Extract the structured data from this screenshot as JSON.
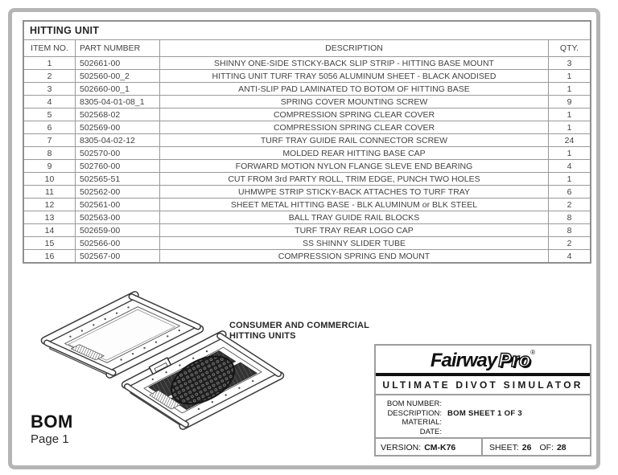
{
  "page": {
    "heading": "HITTING UNIT"
  },
  "table": {
    "headers": [
      "ITEM NO.",
      "PART NUMBER",
      "DESCRIPTION",
      "QTY."
    ],
    "rows": [
      {
        "item": "1",
        "part": "502661-00",
        "desc": "SHINNY ONE-SIDE STICKY-BACK SLIP STRIP - HITTING BASE MOUNT",
        "qty": "3"
      },
      {
        "item": "2",
        "part": "502560-00_2",
        "desc": "HITTING UNIT TURF TRAY 5056 ALUMINUM SHEET - BLACK ANODISED",
        "qty": "1"
      },
      {
        "item": "3",
        "part": "502660-00_1",
        "desc": "ANTI-SLIP PAD LAMINATED TO BOTOM OF HITTING BASE",
        "qty": "1"
      },
      {
        "item": "4",
        "part": "8305-04-01-08_1",
        "desc": "SPRING COVER MOUNTING SCREW",
        "qty": "9"
      },
      {
        "item": "5",
        "part": "502568-02",
        "desc": "COMPRESSION SPRING CLEAR COVER",
        "qty": "1"
      },
      {
        "item": "6",
        "part": "502569-00",
        "desc": "COMPRESSION SPRING CLEAR COVER",
        "qty": "1"
      },
      {
        "item": "7",
        "part": "8305-04-02-12",
        "desc": "TURF TRAY GUIDE RAIL CONNECTOR SCREW",
        "qty": "24"
      },
      {
        "item": "8",
        "part": "502570-00",
        "desc": "MOLDED REAR HITTING BASE CAP",
        "qty": "1"
      },
      {
        "item": "9",
        "part": "502760-00",
        "desc": "FORWARD MOTION NYLON FLANGE SLEVE END BEARING",
        "qty": "4"
      },
      {
        "item": "10",
        "part": "502565-51",
        "desc": "CUT FROM 3rd PARTY ROLL, TRIM EDGE, PUNCH TWO HOLES",
        "qty": "1"
      },
      {
        "item": "11",
        "part": "502562-00",
        "desc": "UHMWPE STRIP STICKY-BACK ATTACHES TO TURF TRAY",
        "qty": "6"
      },
      {
        "item": "12",
        "part": "502561-00",
        "desc": "SHEET METAL HITTING BASE - BLK ALUMINUM or BLK STEEL",
        "qty": "2"
      },
      {
        "item": "13",
        "part": "502563-00",
        "desc": "BALL TRAY GUIDE RAIL BLOCKS",
        "qty": "8"
      },
      {
        "item": "14",
        "part": "502659-00",
        "desc": "TURF TRAY REAR LOGO CAP",
        "qty": "8"
      },
      {
        "item": "15",
        "part": "502566-00",
        "desc": "SS SHINNY SLIDER TUBE",
        "qty": "2"
      },
      {
        "item": "16",
        "part": "502567-00",
        "desc": "COMPRESSION SPRING END MOUNT",
        "qty": "4"
      }
    ]
  },
  "drawing": {
    "caption_line1": "CONSUMER AND COMMERCIAL",
    "caption_line2": "HITTING UNITS"
  },
  "footer": {
    "title": "BOM",
    "page": "Page 1"
  },
  "title_block": {
    "logo_fairway": "Fairway",
    "logo_pro": "Pro",
    "logo_reg": "®",
    "subtitle": "ULTIMATE DIVOT SIMULATOR",
    "fields": [
      {
        "label": "BOM NUMBER:",
        "value": ""
      },
      {
        "label": "DESCRIPTION:",
        "value": "BOM SHEET 1 OF 3"
      },
      {
        "label": "MATERIAL:",
        "value": ""
      },
      {
        "label": "DATE:",
        "value": ""
      }
    ],
    "version_label": "VERSION:",
    "version_value": "CM-K76",
    "sheet_label": "SHEET:",
    "sheet_value": "26",
    "of_label": "OF:",
    "of_value": "28"
  },
  "colors": {
    "page_border": "#b5b5b5",
    "table_border": "#8f8f8f",
    "grid_line": "#9a9a9a",
    "text": "#3f3f3f",
    "black": "#111111"
  }
}
